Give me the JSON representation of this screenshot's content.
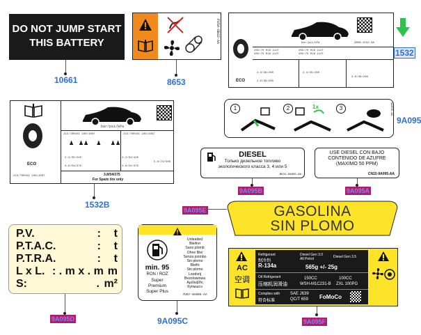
{
  "battery_label": {
    "line1": "DO NOT JUMP START",
    "line2": "THIS BATTERY",
    "ref": "10661"
  },
  "fan_label": {
    "code": "FU5A-6B32-AA",
    "ref": "8653"
  },
  "tire_label_small": {
    "tag": "bar/psi/kPa",
    "part": "ZB5B-1532-SA",
    "ref": "1532",
    "eco": "ECO",
    "rows": [
      "265/70 R16 112T",
      "285/70 R16 112T",
      "2.6/38/260",
      "2.5/38/260",
      "2.4/35/260",
      "2.6/38/260"
    ]
  },
  "tire_label_large": {
    "tag": "bar/psi/kPa",
    "size1": "215/70R16C 108/106T",
    "size2": "215/70R16C 108/106T",
    "spare": "3.8/54/375",
    "spare_note": "For Spare tire only",
    "foot": "215/70R16C 108/106T",
    "eco": "ECO",
    "values": [
      "2.4/35/240",
      "3.8/54/375",
      "4.2/61/420",
      "3.8/54/375",
      "5.0/73/500"
    ],
    "ref": "1532B"
  },
  "fuel_steps": {
    "steps": [
      "1",
      "2",
      "3"
    ],
    "speed": "1x",
    "code": "9A095-AA",
    "ref": "9A095"
  },
  "diesel_ru": {
    "title": "DIESEL",
    "text": "Только дизельное топливо экологического класса 3, 4 или 5",
    "code": "BK31-9A095-AA",
    "ref": "9A095B"
  },
  "diesel_es": {
    "line1": "USE DIESEL CON BAJO",
    "line2": "CONTENIDO DE AZUFRE",
    "line3": "(MAXIMO 50 PPM)",
    "code": "CN15-9A095-AA",
    "ref": "9A095A"
  },
  "gasolina": {
    "line1": "GASOLINA",
    "line2": "SIN PLOMO",
    "ref": "9A095E"
  },
  "weights": {
    "rows": [
      {
        "label": "P.V.",
        "dots": ":",
        "unit": "t"
      },
      {
        "label": "P.T.A.C.",
        "dots": ":",
        "unit": "t"
      },
      {
        "label": "P.T.R.A.",
        "dots": ":",
        "unit": "t"
      },
      {
        "label": "L x L.",
        "dots": ": . m x . m",
        "unit": "m"
      },
      {
        "label": "S:",
        "dots": ".",
        "unit": "m²"
      }
    ],
    "ref": "9A095D"
  },
  "unleaded": {
    "lines": [
      "Unleaded",
      "Bleifrei",
      "Sans plomb",
      "Ohne Blei",
      "Senza piombo",
      "Sin plomo",
      "Bleifri",
      "Sin plomo",
      "Loodvrij",
      "Bezolowiowa",
      "Αμόλυβδη",
      "Купышсэ"
    ],
    "min": "min. 95",
    "grade": "RON / ROZ",
    "names": [
      "Super",
      "Premium",
      "Super Plus"
    ],
    "code": "7U5Y-9A095-AA",
    "ref": "9A095C"
  },
  "ac_label": {
    "ac": "AC",
    "cn": "空调",
    "refrigerant": "Refrigerant",
    "r134": "R-134a",
    "r134_cn": "制冷剂",
    "oil": "Oil Refrigerant",
    "oil_cn": "压缩机润滑油",
    "diesel1": "Diesel Gen 3.0",
    "all_petrol": "All Petrol",
    "diesel2": "Diesel Gen 3.5",
    "charge": "565g +/- 25g",
    "cc1": "150CC",
    "cc1_code": "WSH-M1C231-B",
    "cc2": "100CC",
    "cc2_code": "ZXL 100PG",
    "sae": "SAE J639",
    "qc": "QC/T 659",
    "comply": "Complies with",
    "comply_cn": "符合标准",
    "brand": "FoMoCo",
    "ref": "9A095F"
  },
  "icons": {
    "arrow": "green-down-arrow-icon",
    "car": "car-icon",
    "tire": "tire-icon",
    "book": "manual-book-icon",
    "fan": "fan-icon",
    "pump": "fuel-pump-icon",
    "qr": "qr-code-icon"
  },
  "colors": {
    "orange": "#f08a1c",
    "yellow": "#fde428",
    "black": "#1a1a1a",
    "green": "#2ec24c",
    "blue": "#2b6fd6",
    "magenta": "#b31c66"
  }
}
